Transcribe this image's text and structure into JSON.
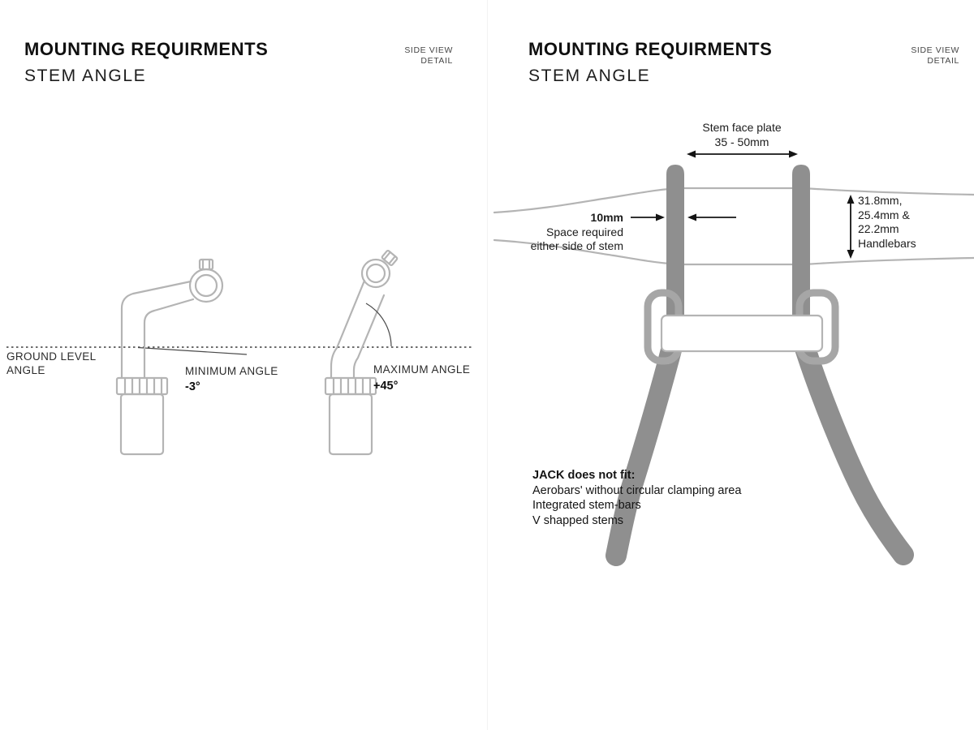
{
  "colors": {
    "line_gray": "#b4b4b4",
    "solid_gray": "#8f8f8f",
    "ink": "#1a1a1a"
  },
  "left_panel": {
    "title": "MOUNTING REQUIRMENTS",
    "subtitle": "STEM ANGLE",
    "corner": {
      "line1": "SIDE VIEW",
      "line2": "DETAIL"
    },
    "ground_label": {
      "line1": "GROUND LEVEL",
      "line2": "ANGLE"
    },
    "min_angle": {
      "label": "MINIMUM ANGLE",
      "value": "-3°"
    },
    "max_angle": {
      "label": "MAXIMUM ANGLE",
      "value": "+45°"
    }
  },
  "right_panel": {
    "title": "MOUNTING REQUIRMENTS",
    "subtitle": "STEM ANGLE",
    "corner": {
      "line1": "SIDE VIEW",
      "line2": "DETAIL"
    },
    "face_plate": {
      "label": "Stem face plate",
      "value": "35 - 50mm"
    },
    "space": {
      "value": "10mm",
      "line1": "Space required",
      "line2": "either side of stem"
    },
    "handlebar_sizes": {
      "line1": "31.8mm,",
      "line2": "25.4mm &",
      "line3": "22.2mm",
      "line4": "Handlebars"
    },
    "not_fit": {
      "title": "JACK does not fit:",
      "items": [
        "Aerobars' without circular clamping area",
        "Integrated stem-bars",
        "V shapped stems"
      ]
    }
  }
}
